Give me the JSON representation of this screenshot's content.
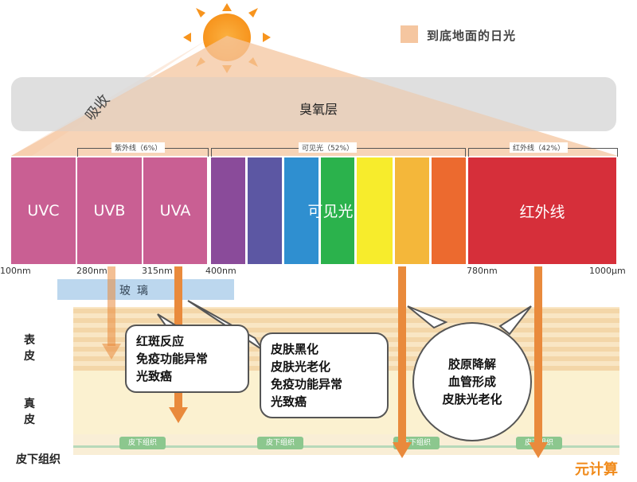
{
  "legend": {
    "label": "到底地面的日光",
    "swatch_color": "#f5c6a0"
  },
  "ozone": {
    "label": "臭氧层",
    "absorb_label": "吸收"
  },
  "groups": [
    {
      "label": "紫外线（6%）"
    },
    {
      "label": "可见光（52%）"
    },
    {
      "label": "红外线（42%）"
    }
  ],
  "spectrum": {
    "uvc": "UVC",
    "uvb": "UVB",
    "uva": "UVA",
    "visible": "可见光",
    "infrared": "红外线",
    "colors": [
      "#c95f93",
      "#c95f93",
      "#c95f93",
      "#8a4b9a",
      "#5c57a3",
      "#2f8fd0",
      "#2bb24c",
      "#f7ec2c",
      "#f4b73a",
      "#ec6a2f",
      "#d62f3a"
    ]
  },
  "wavelengths": [
    "100nm",
    "280nm",
    "315nm",
    "400nm",
    "780nm",
    "1000μm"
  ],
  "glass": {
    "label": "玻璃"
  },
  "layers": {
    "epidermis": "表皮",
    "dermis": "真皮",
    "subcutis": "皮下组织"
  },
  "subcutis_tags": [
    "皮下组织",
    "皮下组织",
    "皮下组织",
    "皮下组织"
  ],
  "effects": {
    "uvb": [
      "红斑反应",
      "免疫功能异常",
      "光致癌"
    ],
    "uva": [
      "皮肤黑化",
      "皮肤光老化",
      "免疫功能异常",
      "光致癌"
    ],
    "ir": [
      "胶原降解",
      "血管形成",
      "皮肤光老化"
    ]
  },
  "watermark": "元计算"
}
